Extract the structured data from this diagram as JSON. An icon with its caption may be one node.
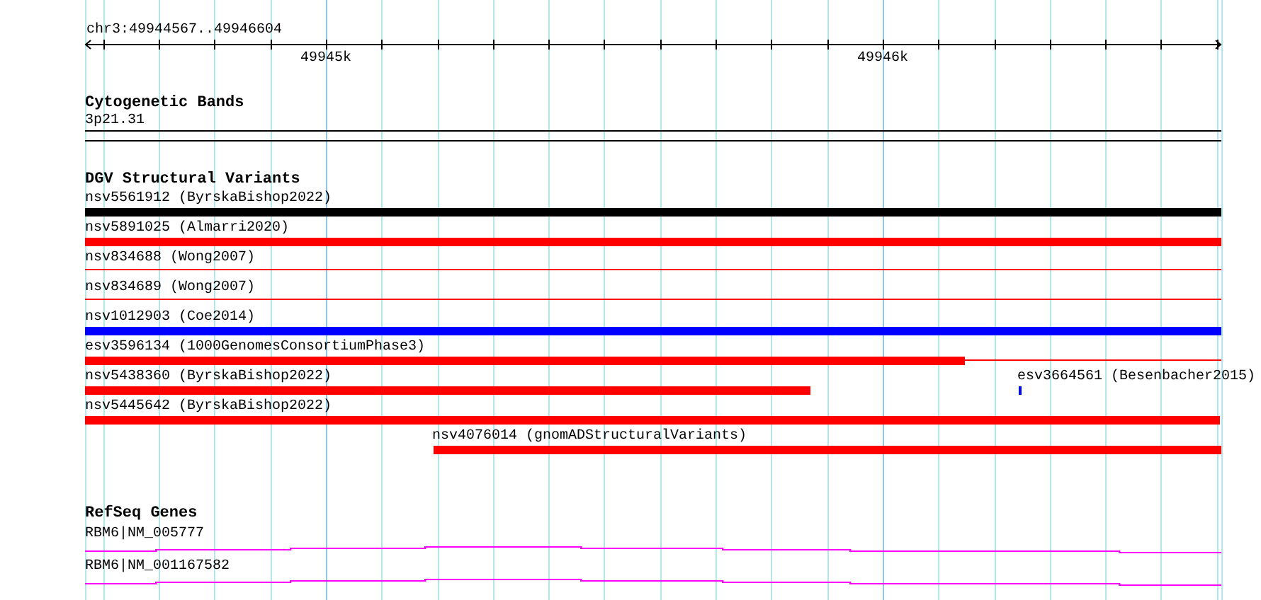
{
  "diagram": {
    "nodes": [
      {
        "text": [
          "3p21.31"
        ]
      },
      {
        "text": [
          "nsv5561912 (ByrskaBishop2022)"
        ]
      },
      {
        "text": [
          "nsv5891025 (Almarri2020)"
        ]
      },
      {
        "text": [
          "nsv834688 (Wong2007)"
        ]
      },
      {
        "text": [
          "nsv834689 (Wong2007)"
        ]
      },
      {
        "text": [
          "nsv1012903 (Coe2014)"
        ]
      },
      {
        "text": [
          "esv3596134 (1000GenomesConsortiumPhase3)"
        ]
      },
      {
        "text": [
          "nsv5438360 (ByrskaBishop2022)"
        ]
      },
      {
        "text": [
          "esv3664561 (Besenbacher2015)"
        ]
      },
      {
        "text": [
          "nsv5445642 (ByrskaBishop2022)"
        ]
      },
      {
        "text": [
          "nsv4076014 (gnomADStructuralVariants)"
        ]
      },
      {
        "text": [
          "RBM6|NM_005777"
        ]
      },
      {
        "text": [
          "RBM6|NM_001167582"
        ]
      }
    ],
    "labels": [
      "chr3:49944567..49946604",
      "49945k",
      "49946k",
      "Cytogenetic Bands",
      "DGV Structural Variants",
      "RefSeq Genes"
    ]
  }
}
